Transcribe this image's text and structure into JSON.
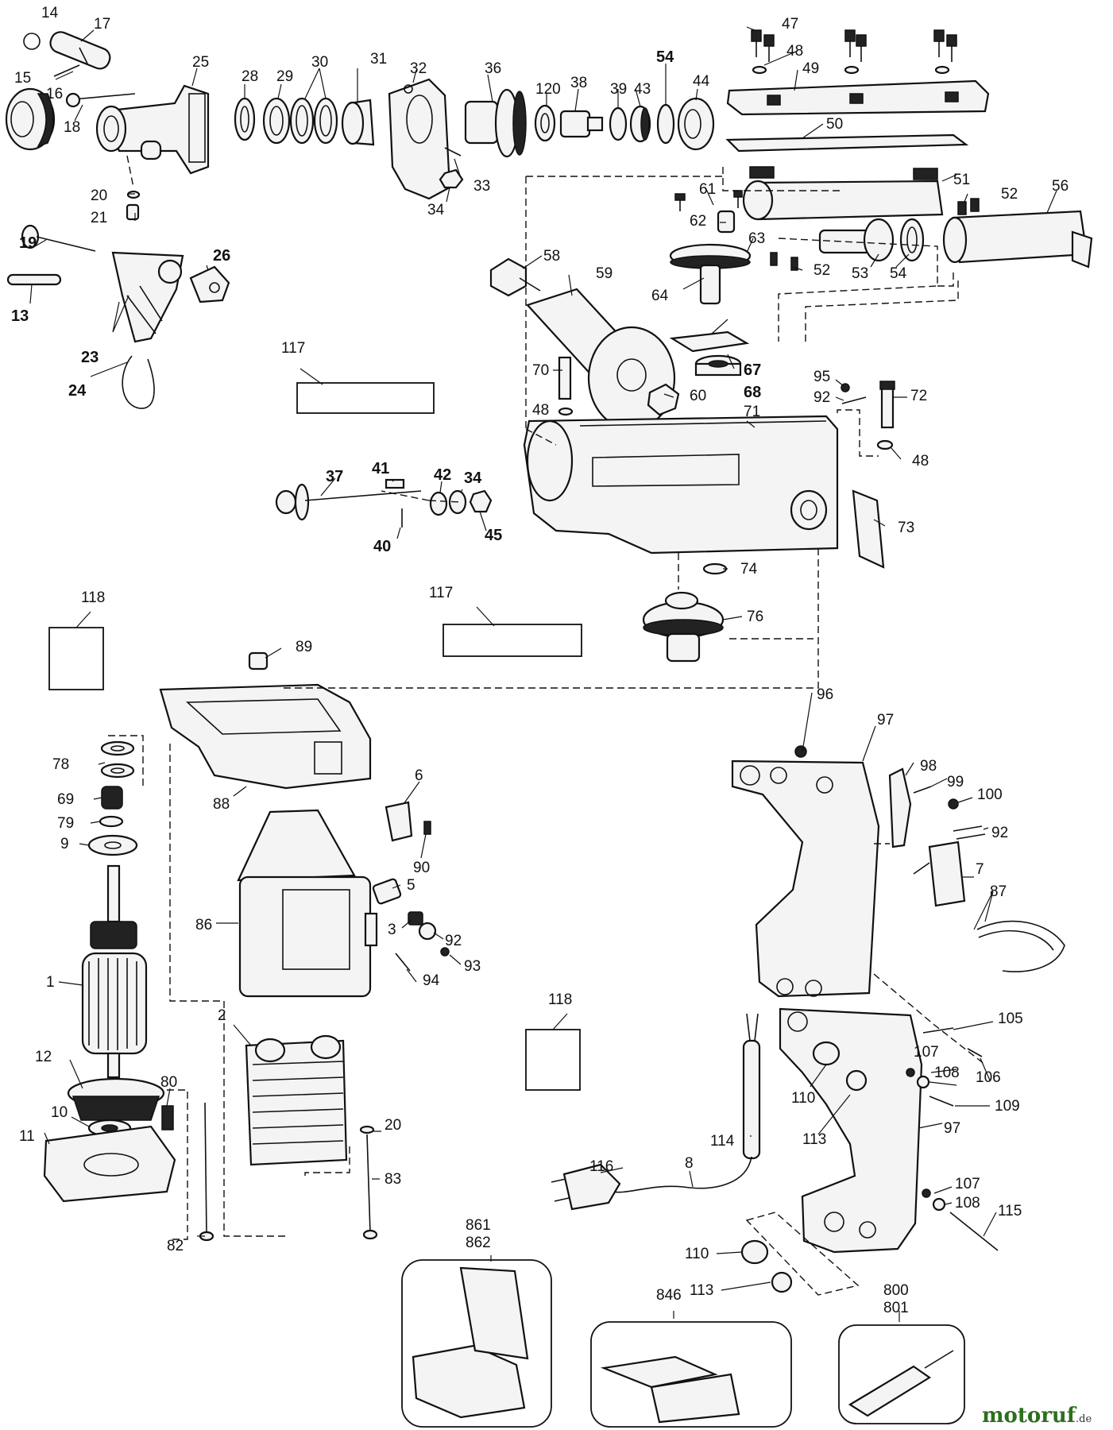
{
  "watermark": {
    "brand": "motoruf",
    "tld": ".de",
    "brand_color": "#2e6e1f",
    "tld_color": "#333333"
  },
  "placeholder_labels": {
    "upper_117": "117",
    "middle_117": "117",
    "left_118": "118",
    "right_118": "118"
  },
  "kits": {
    "case_a": "861",
    "case_b": "862",
    "toolbox": "846",
    "tool_a": "800",
    "tool_b": "801"
  },
  "callouts": [
    "14",
    "17",
    "15",
    "16",
    "18",
    "25",
    "28",
    "29",
    "30",
    "31",
    "32",
    "36",
    "120",
    "38",
    "39",
    "43",
    "54",
    "44",
    "47",
    "48",
    "49",
    "50",
    "51",
    "52",
    "56",
    "20",
    "21",
    "33",
    "34",
    "61",
    "62",
    "63",
    "19",
    "26",
    "13",
    "23",
    "24",
    "58",
    "59",
    "64",
    "67",
    "68",
    "70",
    "60",
    "48",
    "95",
    "92",
    "72",
    "71",
    "48",
    "73",
    "74",
    "76",
    "37",
    "41",
    "42",
    "34",
    "40",
    "45",
    "89",
    "88",
    "78",
    "69",
    "79",
    "9",
    "6",
    "90",
    "5",
    "3",
    "92",
    "93",
    "94",
    "86",
    "1",
    "2",
    "12",
    "80",
    "10",
    "11",
    "82",
    "20",
    "83",
    "96",
    "97",
    "98",
    "99",
    "100",
    "92",
    "7",
    "87",
    "105",
    "107",
    "108",
    "106",
    "109",
    "110",
    "113",
    "97",
    "114",
    "116",
    "8",
    "107",
    "108",
    "115",
    "110",
    "113",
    "52",
    "53",
    "54"
  ]
}
